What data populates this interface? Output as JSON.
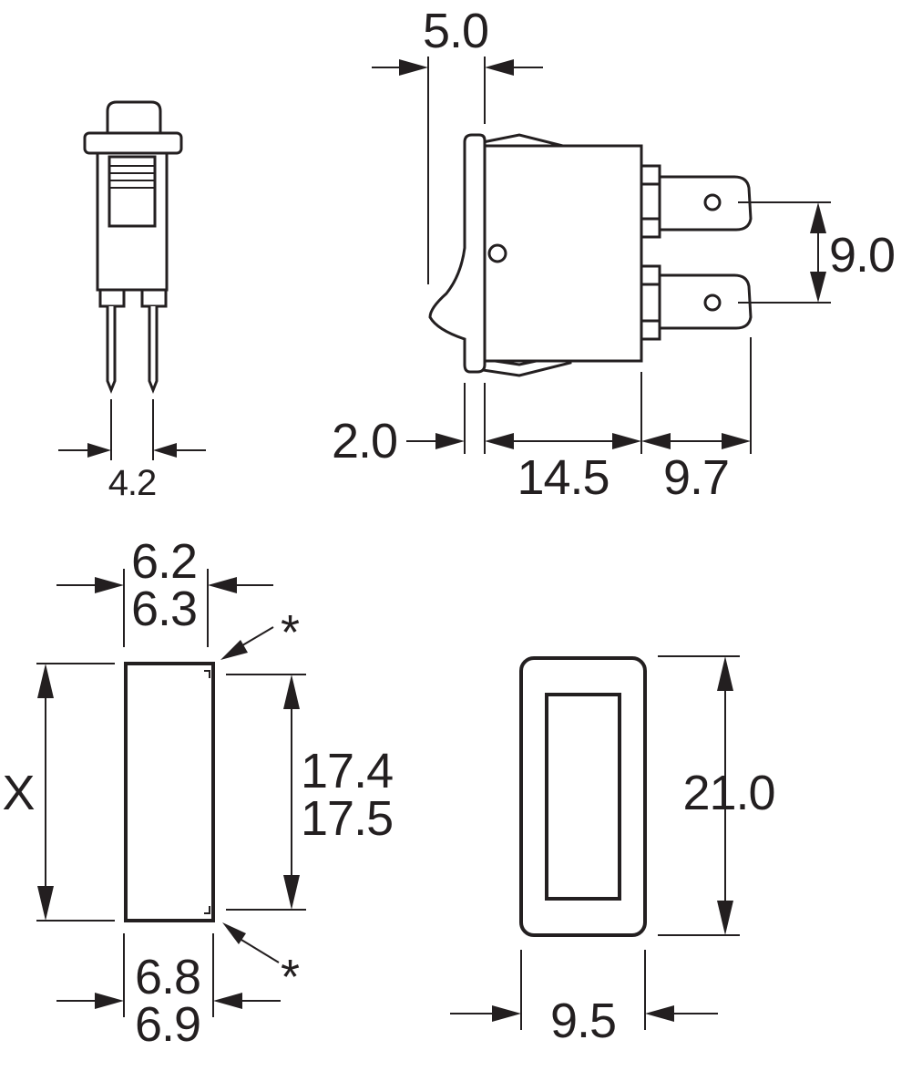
{
  "colors": {
    "ink": "#231f20",
    "paper": "#ffffff"
  },
  "dimensions": {
    "pin_spacing": "4.2",
    "bezel_thickness": "5.0",
    "terminal_pitch": "9.0",
    "flange": "2.0",
    "body_depth": "14.5",
    "terminal_length": "9.7",
    "cutout_width_min": "6.2",
    "cutout_width_max": "6.3",
    "cutout_height_min": "17.4",
    "cutout_height_max": "17.5",
    "cutout_bottom_min": "6.8",
    "cutout_bottom_max": "6.9",
    "panel_thickness": "X",
    "note_top": "*",
    "note_bottom": "*",
    "bezel_height": "21.0",
    "bezel_width": "9.5"
  }
}
